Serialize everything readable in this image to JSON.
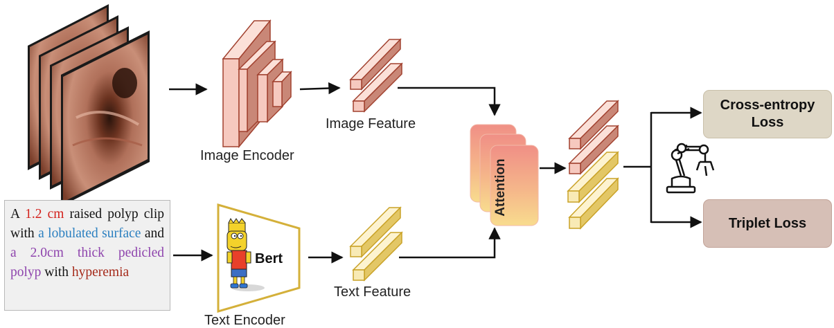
{
  "image_encoder": {
    "label": "Image Encoder"
  },
  "image_feature": {
    "label": "Image Feature"
  },
  "text_encoder": {
    "label": "Text Encoder",
    "model": "Bert"
  },
  "text_feature": {
    "label": "Text Feature"
  },
  "attention": {
    "label": "Attention"
  },
  "losses": {
    "cross_entropy": {
      "line1": "Cross-entropy",
      "line2": "Loss"
    },
    "triplet": {
      "label": "Triplet Loss"
    }
  },
  "caption": {
    "segments": [
      {
        "text": "A ",
        "color": "#111111"
      },
      {
        "text": "1.2 cm",
        "color": "#d3201b"
      },
      {
        "text": " raised polyp clip with ",
        "color": "#111111"
      },
      {
        "text": "a lobulated surface",
        "color": "#2a7fc0"
      },
      {
        "text": " and ",
        "color": "#111111"
      },
      {
        "text": "a 2.0cm thick pedicled polyp",
        "color": "#8e44ad"
      },
      {
        "text": " with ",
        "color": "#111111"
      },
      {
        "text": "hyperemia",
        "color": "#a52a1a"
      }
    ]
  },
  "colors": {
    "image_block_face": "#f6c9bf",
    "image_block_edge": "#a1412f",
    "text_block_face": "#f8eab5",
    "text_block_edge": "#c9a227",
    "attention_top": "#f08f86",
    "attention_bottom": "#f8d88c",
    "loss_ce_bg": "#ded7c6",
    "loss_triplet_bg": "#d6bfb6"
  },
  "icons": [
    "endoscopy-frame-stack-icon",
    "bart-character-icon",
    "robot-arm-icon"
  ]
}
